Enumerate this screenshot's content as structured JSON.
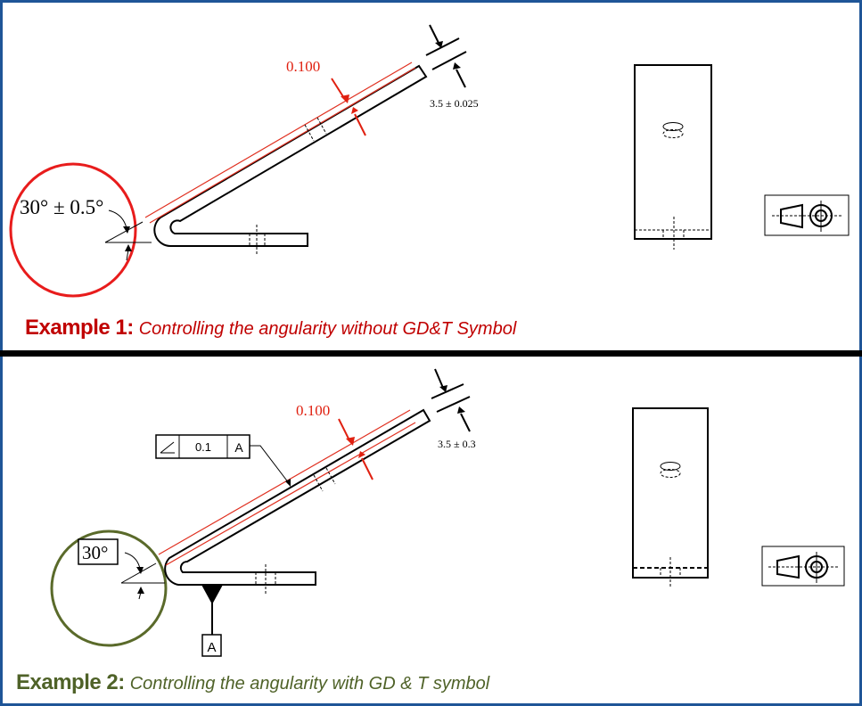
{
  "example1": {
    "label": "Example 1:",
    "description": "Controlling the angularity without GD&T Symbol",
    "angle_dim": "30° ± 0.5°",
    "zone_dim": "0.100",
    "thickness_dim": "3.5 ± 0.025",
    "color": "#c00000",
    "circle_color": "#e81c1c"
  },
  "example2": {
    "label": "Example 2:",
    "description": "Controlling the angularity with GD & T symbol",
    "angle_dim": "30°",
    "zone_dim": "0.100",
    "thickness_dim": "3.5 ± 0.3",
    "fcf": {
      "symbol": "angularity-icon",
      "tolerance": "0.1",
      "datum": "A"
    },
    "datum_label": "A",
    "color": "#4f6228",
    "circle_color": "#5a6a2a"
  },
  "frame_color": "#1f5597"
}
